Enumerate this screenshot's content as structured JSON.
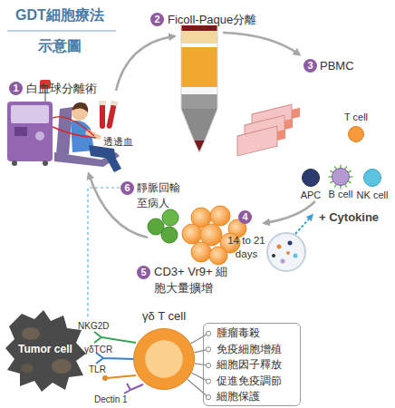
{
  "diagram": {
    "title": "GDT細胞療法 示意圖",
    "nodes": [
      {
        "text": [
          "T cell"
        ]
      },
      {
        "text": [
          "APC"
        ]
      },
      {
        "text": [
          "B cell"
        ]
      },
      {
        "text": [
          "NK cell"
        ]
      },
      {
        "text": [
          "Tumor cell"
        ]
      },
      {
        "text": [
          "γδ T cell"
        ]
      },
      {
        "text": [
          "腫瘤毒殺",
          "免疫細胞增殖",
          "細胞因子釋放",
          "促進免疫調節",
          "細胞保護"
        ]
      }
    ],
    "edges": [
      {
        "from": 5,
        "to": 6,
        "arrow": "none"
      }
    ],
    "labels": [
      "1",
      "白血球分離術",
      "2",
      "Ficoll-Paque分離",
      "3",
      "PBMC",
      "透邊血",
      "+ Cytokine",
      "4",
      "14 to 21 days",
      "6",
      "靜脈回輸 至病人",
      "5",
      "CD3+ Vr9+ 細胞大量擴增",
      "NKG2D",
      "γδTCR",
      "TLR",
      "Dectin 1"
    ]
  }
}
